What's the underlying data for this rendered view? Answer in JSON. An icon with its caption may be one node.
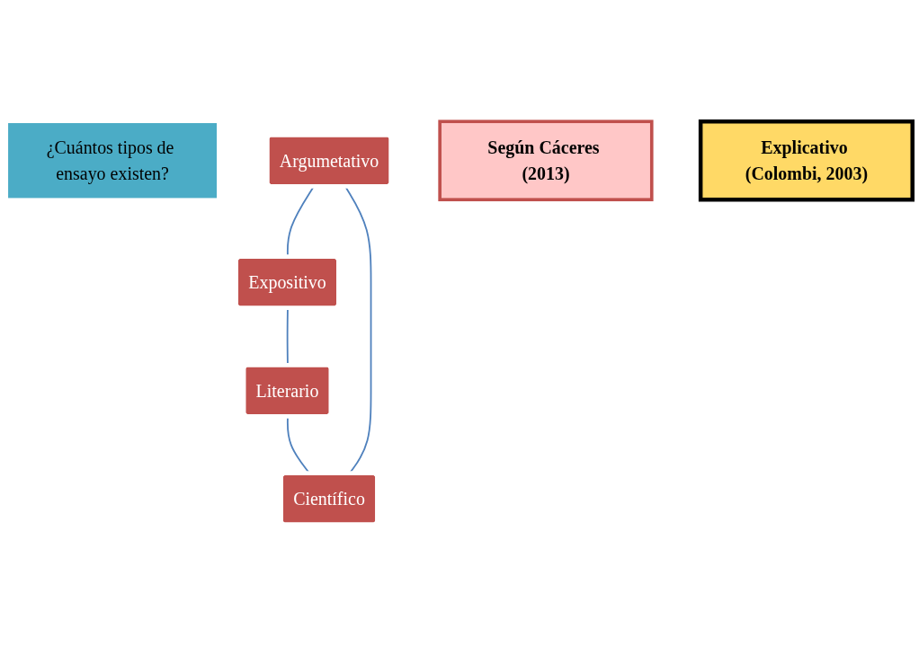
{
  "diagram": {
    "nodes": [
      {
        "text": [
          "¿Cuántos tipos de ensayo existen?"
        ]
      },
      {
        "text": [
          "Argumetativo"
        ]
      },
      {
        "text": [
          "Según Cáceres (2013)"
        ]
      },
      {
        "text": [
          "Científico"
        ]
      },
      {
        "text": [
          "Expositivo"
        ]
      },
      {
        "text": [
          "Explicativo (Colombi, 2003)"
        ]
      },
      {
        "text": [
          "Literario"
        ]
      }
    ],
    "edges": [
      {
        "from": 1,
        "to": 4,
        "arrow": "none"
      },
      {
        "from": 4,
        "to": 6,
        "arrow": "none"
      },
      {
        "from": 6,
        "to": 3,
        "arrow": "none"
      },
      {
        "from": 3,
        "to": 1,
        "arrow": "none"
      }
    ]
  }
}
